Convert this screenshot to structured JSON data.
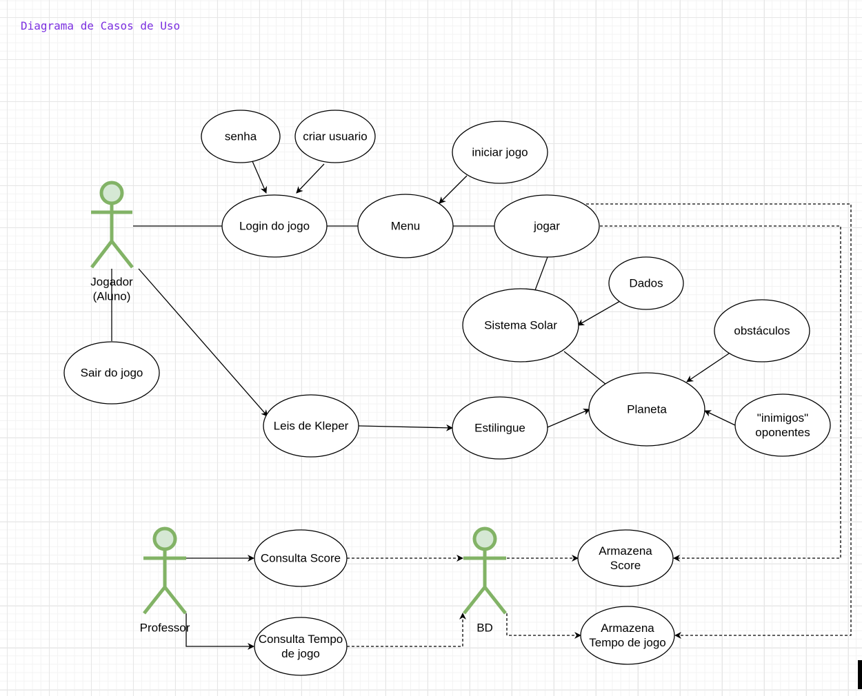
{
  "title": "Diagrama de Casos de Uso",
  "colors": {
    "actor_stroke": "#82b366",
    "actor_fill": "#d5e8d4",
    "title": "#7b2fe0"
  },
  "actors": {
    "jogador": [
      "Jogador",
      "(Aluno)"
    ],
    "professor": [
      "Professor"
    ],
    "bd": [
      "BD"
    ]
  },
  "use_cases": {
    "senha": [
      "senha"
    ],
    "criar_usuario": [
      "criar usuario"
    ],
    "iniciar_jogo": [
      "iniciar jogo"
    ],
    "login": [
      "Login do jogo"
    ],
    "menu": [
      "Menu"
    ],
    "jogar": [
      "jogar"
    ],
    "dados": [
      "Dados"
    ],
    "sistema_solar": [
      "Sistema Solar"
    ],
    "obstaculos": [
      "obstáculos"
    ],
    "sair": [
      "Sair do jogo"
    ],
    "planeta": [
      "Planeta"
    ],
    "inimigos": [
      "\"inimigos\"",
      "oponentes"
    ],
    "leis_kepler": [
      "Leis de Kleper"
    ],
    "estilingue": [
      "Estilingue"
    ],
    "consulta_score": [
      "Consulta Score"
    ],
    "armazena_score": [
      "Armazena",
      "Score"
    ],
    "consulta_tempo": [
      "Consulta Tempo",
      "de jogo"
    ],
    "armazena_tempo": [
      "Armazena",
      "Tempo de jogo"
    ]
  }
}
